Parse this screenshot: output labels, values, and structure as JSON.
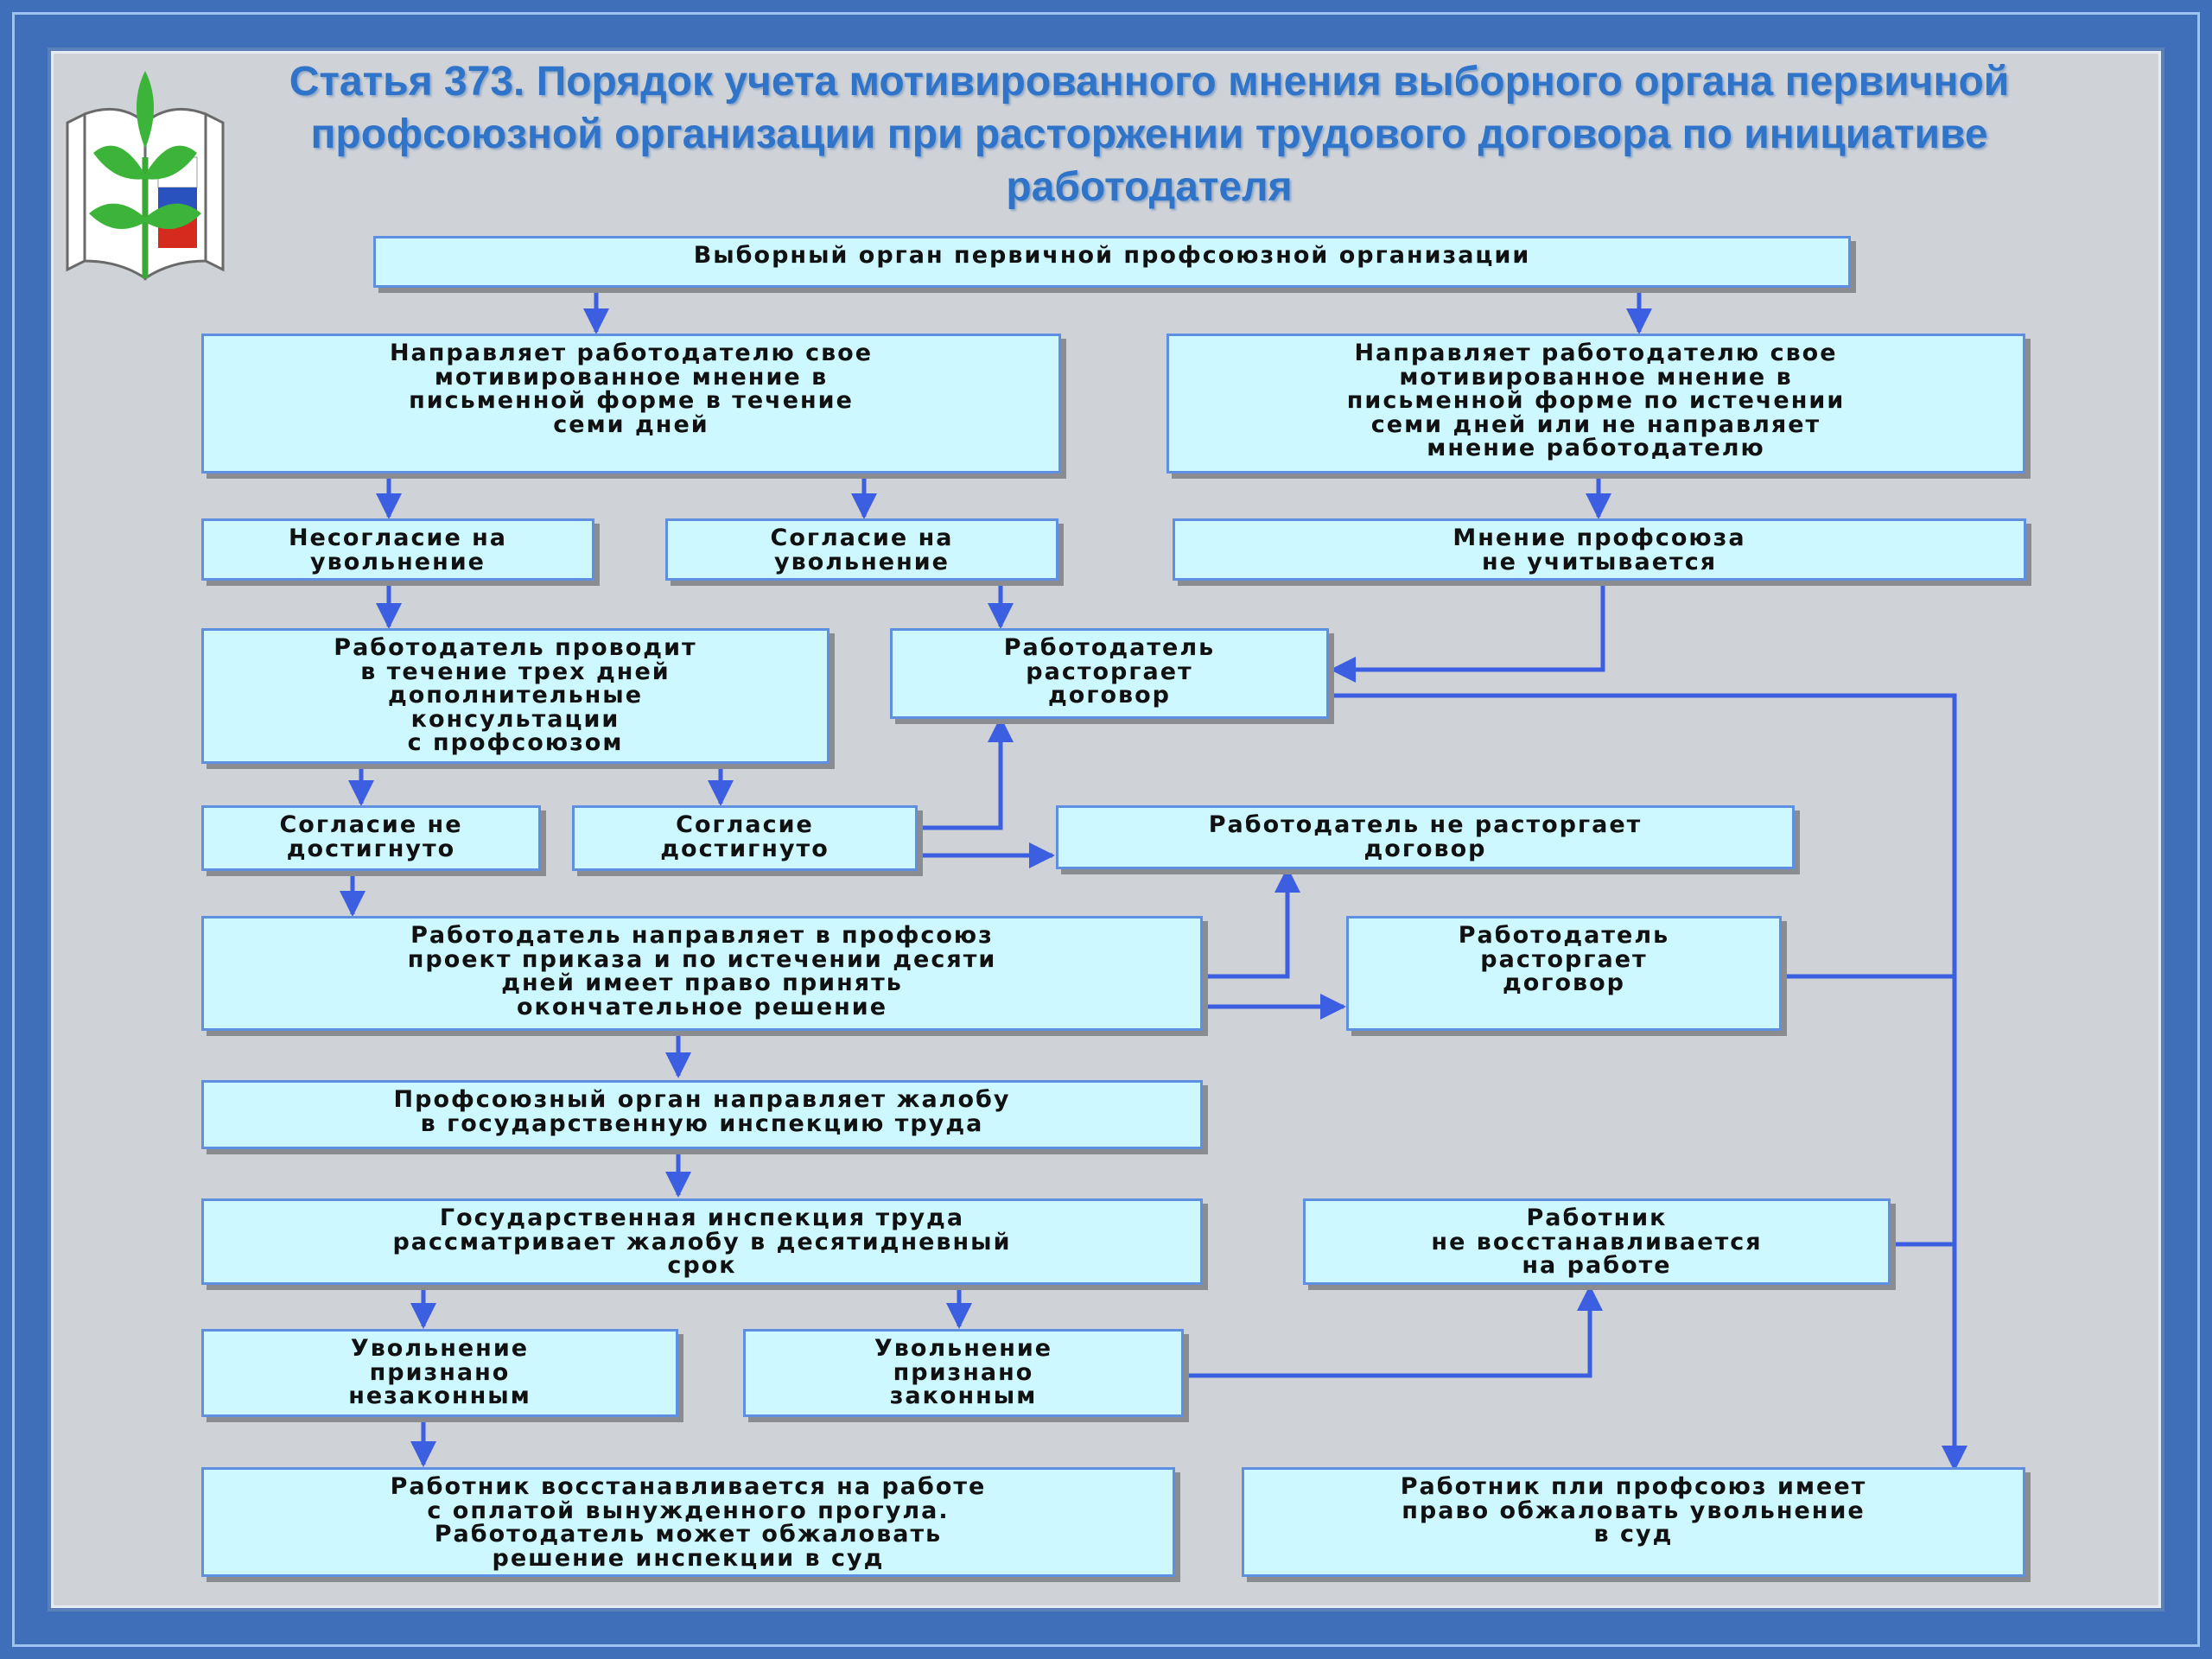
{
  "title": "Статья 373. Порядок учета мотивированного мнения выборного органа первичной\nпрофсоюзной организации при расторжении трудового договора по инициативе\nработодателя",
  "colors": {
    "box_fill": "#cdf8ff",
    "box_border": "#5e8fe0",
    "arrow": "#3b5fe0",
    "title": "#2f74c9",
    "background": "#cfd2d6"
  },
  "boxes": {
    "top": "Выборный орган первичной профсоюзной организации",
    "left_opinion": "Направляет работодателю свое\nмотивированное мнение в\nписьменной форме в течение\nсеми дней",
    "right_opinion": "Направляет работодателю свое\nмотивированное мнение в\nписьменной форме  по истечении\nсеми дней или не направляет\nмнение работодателю",
    "disagree": "Несогласие на\nувольнение",
    "agree": "Согласие на\nувольнение",
    "not_considered": "Мнение профсоюза\nне учитывается",
    "consultations": "Работодатель проводит\nв течение трех дней\nдополнительные\nконсультации\nс профсоюзом",
    "terminates_1": "Работодатель\nрасторгает\nдоговор",
    "no_agreement": "Согласие  не\nдостигнуто",
    "agreement": "Согласие\nдостигнуто",
    "not_terminate": "Работодатель  не расторгает\nдоговор",
    "order_project": "Работодатель  направляет в профсоюз\nпроект приказа и по истечении десяти\nдней имеет право принять\nокончательное решение",
    "terminates_2": "Работодатель\nрасторгает\nдоговор",
    "complaint": "Профсоюзный орган направляет жалобу\nв государственную  инспекцию труда",
    "inspection": "Государственная инспекция труда\nрассматривает жалобу в десятидневный\nсрок",
    "not_restored": "Работник\nне восстанавливается\nна работе",
    "unlawful": "Увольнение\nпризнано\nнезаконным",
    "lawful": "Увольнение\nпризнано\nзаконным",
    "restored": "Работник восстанавливается на работе\nс оплатой вынужденного прогула.\nРаботодатель может обжаловать\nрешение  инспекции в суд",
    "court": "Работник  пли профсоюз имеет\nправо обжаловать увольнение\nв суд"
  },
  "icons": {
    "logo": "profsoyuz-book-sprout-logo",
    "arrows": "arrow-down-icon"
  }
}
